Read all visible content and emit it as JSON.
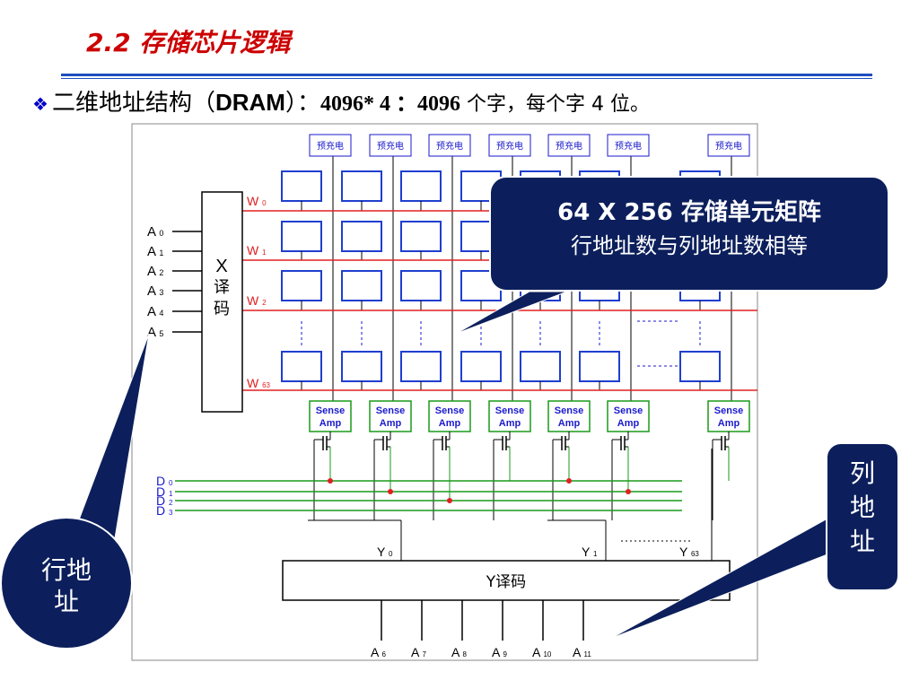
{
  "slide": {
    "title": "2.2 存储芯片逻辑",
    "bullet_glyph": "❖",
    "headline_prefix": "二维地址结构（",
    "headline_dram": "DRAM",
    "headline_suffix": "）：",
    "headline_nums": "4096* 4 ：4096",
    "headline_tail": " 个字，每个字 4 位。"
  },
  "diagram": {
    "precharge_label": "预充电",
    "sense_amp_line1": "Sense",
    "sense_amp_line2": "Amp",
    "x_decoder": {
      "line1": "X",
      "line2": "译",
      "line3": "码"
    },
    "y_decoder_label": "Y译码",
    "row_address_inputs": [
      {
        "main": "A",
        "sub": "0"
      },
      {
        "main": "A",
        "sub": "1"
      },
      {
        "main": "A",
        "sub": "2"
      },
      {
        "main": "A",
        "sub": "3"
      },
      {
        "main": "A",
        "sub": "4"
      },
      {
        "main": "A",
        "sub": "5"
      }
    ],
    "word_lines": [
      {
        "main": "W",
        "sub": "0"
      },
      {
        "main": "W",
        "sub": "1"
      },
      {
        "main": "W",
        "sub": "2"
      },
      {
        "main": "W",
        "sub": "63"
      }
    ],
    "data_lines": [
      {
        "main": "D",
        "sub": "0"
      },
      {
        "main": "D",
        "sub": "1"
      },
      {
        "main": "D",
        "sub": "2"
      },
      {
        "main": "D",
        "sub": "3"
      }
    ],
    "y_outputs": [
      {
        "main": "Y",
        "sub": "0"
      },
      {
        "main": "Y",
        "sub": "1"
      },
      {
        "main": "Y",
        "sub": "63"
      }
    ],
    "column_address_inputs": [
      {
        "main": "A",
        "sub": "6"
      },
      {
        "main": "A",
        "sub": "7"
      },
      {
        "main": "A",
        "sub": "8"
      },
      {
        "main": "A",
        "sub": "9"
      },
      {
        "main": "A",
        "sub": "10"
      },
      {
        "main": "A",
        "sub": "11"
      }
    ]
  },
  "callouts": {
    "matrix_line1": "64 X 256 存储单元矩阵",
    "matrix_line2": "行地址数与列地址数相等",
    "row_address": "行地址",
    "column_address": "列地址"
  },
  "colors": {
    "title": "#cc0000",
    "rule": "#1f4fbf",
    "callout_fill": "#0c1f5c",
    "cell_border": "#1f3fcf",
    "word_line": "#e02020",
    "data_line": "#1a9a1a",
    "label_blue": "#1a1acc"
  }
}
